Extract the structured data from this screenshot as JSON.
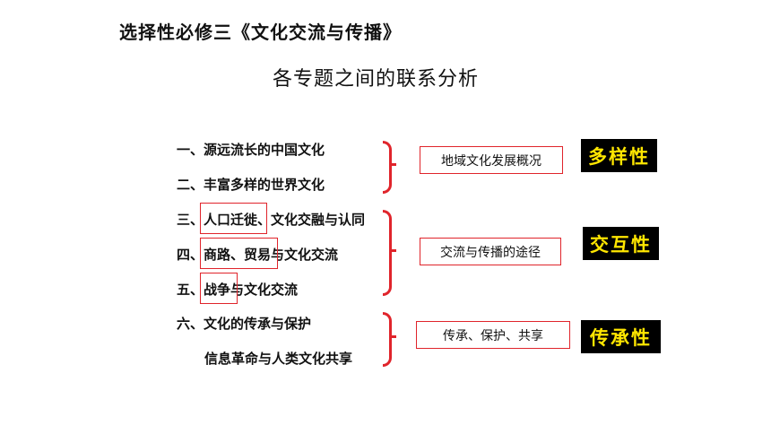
{
  "title": "选择性必修三《文化交流与传播》",
  "subtitle": "各专题之间的联系分析",
  "topics": [
    {
      "text": "一、源远流长的中国文化"
    },
    {
      "text": "二、丰富多样的世界文化"
    },
    {
      "prefix": "三、",
      "highlight": "人口迁徙",
      "rest": "、文化交融与认同"
    },
    {
      "prefix": "四、",
      "highlight": "商路、贸易",
      "rest": "与文化交流"
    },
    {
      "prefix": "五、",
      "highlight": "战争",
      "rest": "与文化交流"
    },
    {
      "text": "六、文化的传承与保护"
    },
    {
      "text": "信息革命与人类文化共享"
    }
  ],
  "groups": [
    {
      "box_label": "地域文化发展概况",
      "badge": "多样性"
    },
    {
      "box_label": "交流与传播的途径",
      "badge": "交互性"
    },
    {
      "box_label": "传承、保护、共享",
      "badge": "传承性"
    }
  ],
  "colors": {
    "accent_red": "#e0242b",
    "badge_bg": "#000000",
    "badge_text": "#ffe600"
  }
}
